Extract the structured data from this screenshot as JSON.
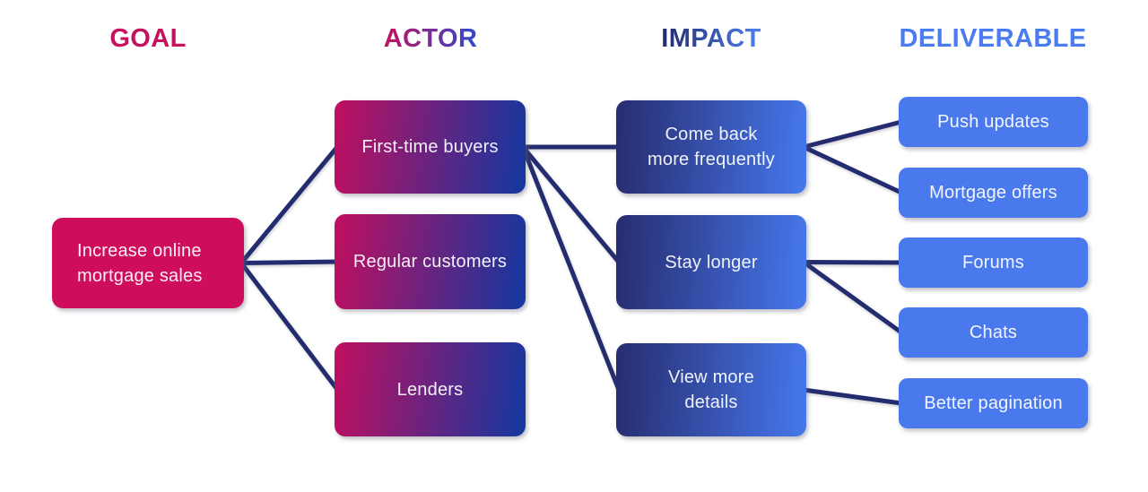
{
  "headers": [
    {
      "label": "GOAL",
      "color": "#C8115E"
    },
    {
      "label": "ACTOR",
      "color_gradient": [
        "#C4105F",
        "#2C4CCE"
      ]
    },
    {
      "label": "IMPACT",
      "color_gradient": [
        "#232A6B",
        "#4E80F0"
      ]
    },
    {
      "label": "DELIVERABLE",
      "color": "#4A7BF0"
    }
  ],
  "nodes": [
    {
      "id": "goal",
      "type": "goal",
      "label": "Increase online\nmortgage sales"
    },
    {
      "id": "actor-0",
      "type": "actor",
      "label": "First-time buyers"
    },
    {
      "id": "actor-1",
      "type": "actor",
      "label": "Regular customers"
    },
    {
      "id": "actor-2",
      "type": "actor",
      "label": "Lenders"
    },
    {
      "id": "impact-0",
      "type": "impact",
      "label": "Come back\nmore frequently"
    },
    {
      "id": "impact-1",
      "type": "impact",
      "label": "Stay longer"
    },
    {
      "id": "impact-2",
      "type": "impact",
      "label": "View more\ndetails"
    },
    {
      "id": "deliverable-0",
      "type": "deliverable",
      "label": "Push updates"
    },
    {
      "id": "deliverable-1",
      "type": "deliverable",
      "label": "Mortgage offers"
    },
    {
      "id": "deliverable-2",
      "type": "deliverable",
      "label": "Forums"
    },
    {
      "id": "deliverable-3",
      "type": "deliverable",
      "label": "Chats"
    },
    {
      "id": "deliverable-4",
      "type": "deliverable",
      "label": "Better pagination"
    }
  ],
  "edges": [
    {
      "from": "goal",
      "to": "actor-0"
    },
    {
      "from": "goal",
      "to": "actor-1"
    },
    {
      "from": "goal",
      "to": "actor-2"
    },
    {
      "from": "actor-0",
      "to": "impact-0"
    },
    {
      "from": "actor-0",
      "to": "impact-1"
    },
    {
      "from": "actor-0",
      "to": "impact-2"
    },
    {
      "from": "impact-0",
      "to": "deliverable-0"
    },
    {
      "from": "impact-0",
      "to": "deliverable-1"
    },
    {
      "from": "impact-1",
      "to": "deliverable-2"
    },
    {
      "from": "impact-1",
      "to": "deliverable-3"
    },
    {
      "from": "impact-2",
      "to": "deliverable-4"
    }
  ],
  "colors": {
    "goal_fill": "#CE0E5C",
    "actor_gradient": [
      "#C00F5F",
      "#1238A0"
    ],
    "impact_gradient": [
      "#272C70",
      "#4678EC"
    ],
    "deliverable_fill": "#4A79EE",
    "connector": "#232C6F",
    "node_text": "#F2F0F7",
    "background": "#FFFFFF"
  }
}
